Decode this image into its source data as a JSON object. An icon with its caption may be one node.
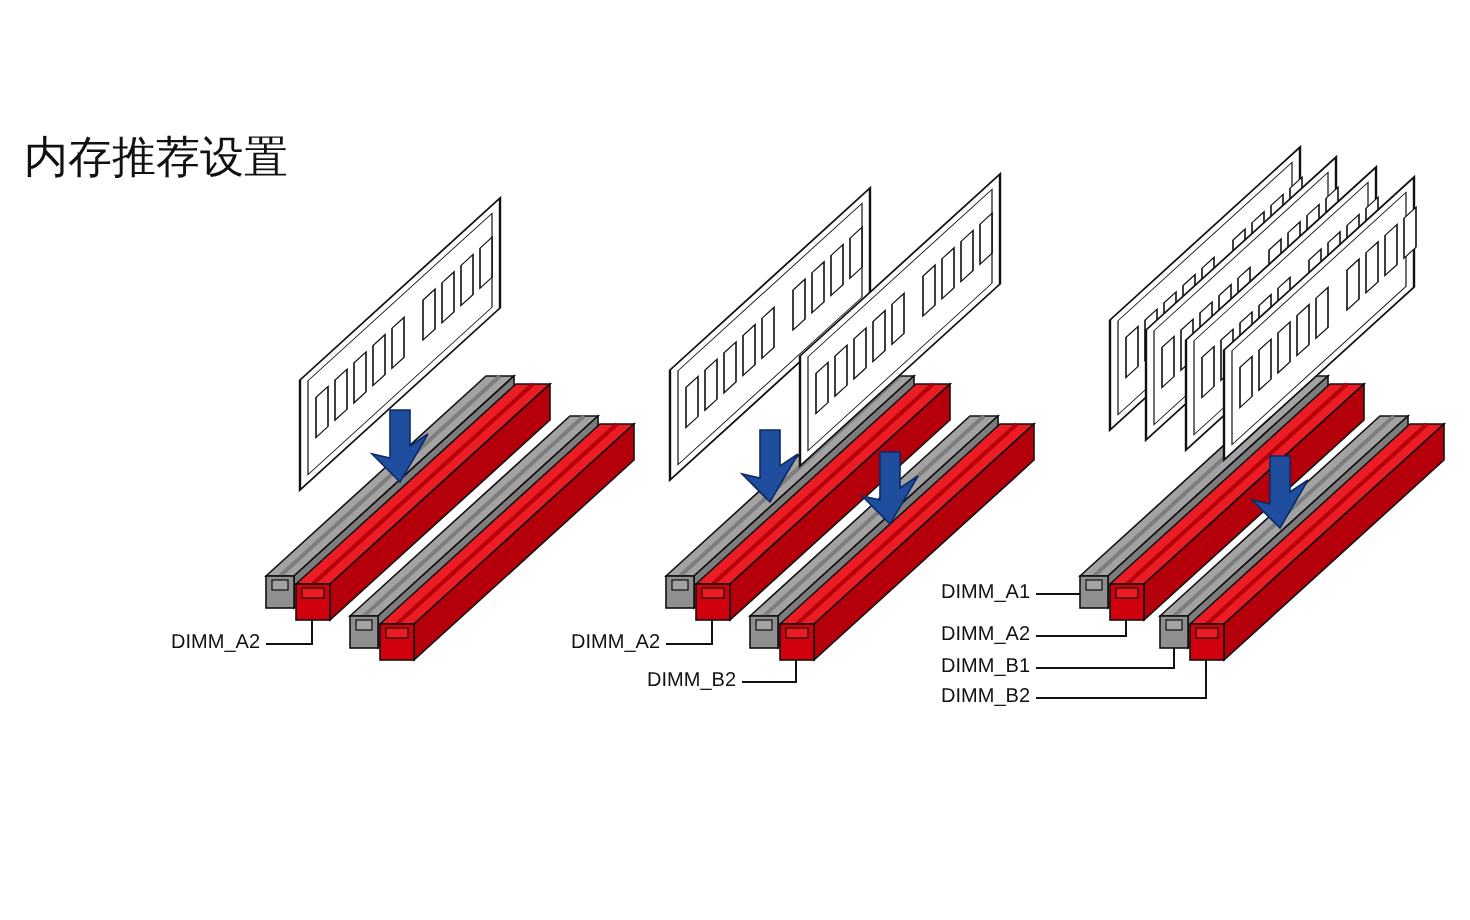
{
  "diagram": {
    "title": "内存推荐设置",
    "nodes": [
      {
        "text": [
          "DIMM_A2"
        ]
      },
      {
        "text": [],
        "shape": "bar"
      },
      {
        "text": [
          "DIMM_A2"
        ]
      },
      {
        "text": [],
        "shape": "bar"
      },
      {
        "text": [
          "DIMM_B2"
        ]
      },
      {
        "text": [],
        "shape": "bar"
      },
      {
        "text": [
          "DIMM_A1"
        ]
      },
      {
        "text": [],
        "shape": "bar"
      },
      {
        "text": [
          "DIMM_A2"
        ]
      },
      {
        "text": [],
        "shape": "bar"
      },
      {
        "text": [
          "DIMM_B1"
        ]
      },
      {
        "text": [],
        "shape": "bar"
      },
      {
        "text": [
          "DIMM_B2"
        ]
      },
      {
        "text": [],
        "shape": "bar"
      }
    ],
    "edges": [
      {
        "from": 0,
        "to": 1,
        "arrow": "none"
      },
      {
        "from": 2,
        "to": 3,
        "arrow": "none"
      },
      {
        "from": 4,
        "to": 5,
        "arrow": "none"
      },
      {
        "from": 6,
        "to": 7,
        "arrow": "none"
      },
      {
        "from": 8,
        "to": 9,
        "arrow": "none"
      },
      {
        "from": 10,
        "to": 11,
        "arrow": "none"
      },
      {
        "from": 12,
        "to": 13,
        "arrow": "none"
      }
    ]
  }
}
